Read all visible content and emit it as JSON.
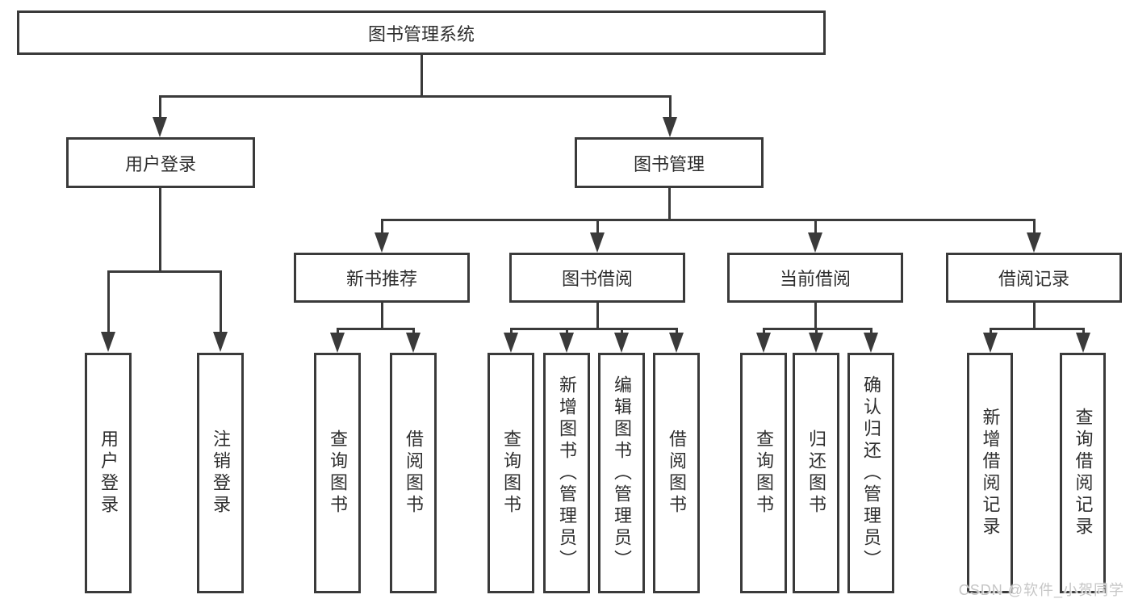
{
  "diagram": {
    "root": {
      "label": "图书管理系统"
    },
    "level2": {
      "user_login": {
        "label": "用户登录"
      },
      "book_mgmt": {
        "label": "图书管理"
      }
    },
    "level3": {
      "new_book_rec": {
        "label": "新书推荐"
      },
      "book_borrow": {
        "label": "图书借阅"
      },
      "current_borrow": {
        "label": "当前借阅"
      },
      "borrow_record": {
        "label": "借阅记录"
      }
    },
    "leaves": {
      "user_login_leaf": {
        "label": "用户登录"
      },
      "logout": {
        "label": "注销登录"
      },
      "rec_query": {
        "label": "查询图书"
      },
      "rec_borrow": {
        "label": "借阅图书"
      },
      "bor_query": {
        "label": "查询图书"
      },
      "bor_add": {
        "label": "新增图书（管理员）"
      },
      "bor_edit": {
        "label": "编辑图书（管理员）"
      },
      "bor_borrow": {
        "label": "借阅图书"
      },
      "cur_query": {
        "label": "查询图书"
      },
      "cur_return": {
        "label": "归还图书"
      },
      "cur_confirm": {
        "label": "确认归还（管理员）"
      },
      "log_add": {
        "label": "新增借阅记录"
      },
      "log_query": {
        "label": "查询借阅记录"
      }
    },
    "edges": [
      {
        "from": "图书管理系统",
        "to": [
          "用户登录",
          "图书管理"
        ]
      },
      {
        "from": "用户登录",
        "to": [
          "用户登录",
          "注销登录"
        ]
      },
      {
        "from": "图书管理",
        "to": [
          "新书推荐",
          "图书借阅",
          "当前借阅",
          "借阅记录"
        ]
      },
      {
        "from": "新书推荐",
        "to": [
          "查询图书",
          "借阅图书"
        ]
      },
      {
        "from": "图书借阅",
        "to": [
          "查询图书",
          "新增图书（管理员）",
          "编辑图书（管理员）",
          "借阅图书"
        ]
      },
      {
        "from": "当前借阅",
        "to": [
          "查询图书",
          "归还图书",
          "确认归还（管理员）"
        ]
      },
      {
        "from": "借阅记录",
        "to": [
          "新增借阅记录",
          "查询借阅记录"
        ]
      }
    ],
    "watermark": "CSDN @软件_小贺同学",
    "colors": {
      "line": "#3a3a3a",
      "box_border": "#3a3a3a",
      "text": "#2e2e2e",
      "background": "#ffffff",
      "watermark": "#c6c6c6"
    }
  }
}
